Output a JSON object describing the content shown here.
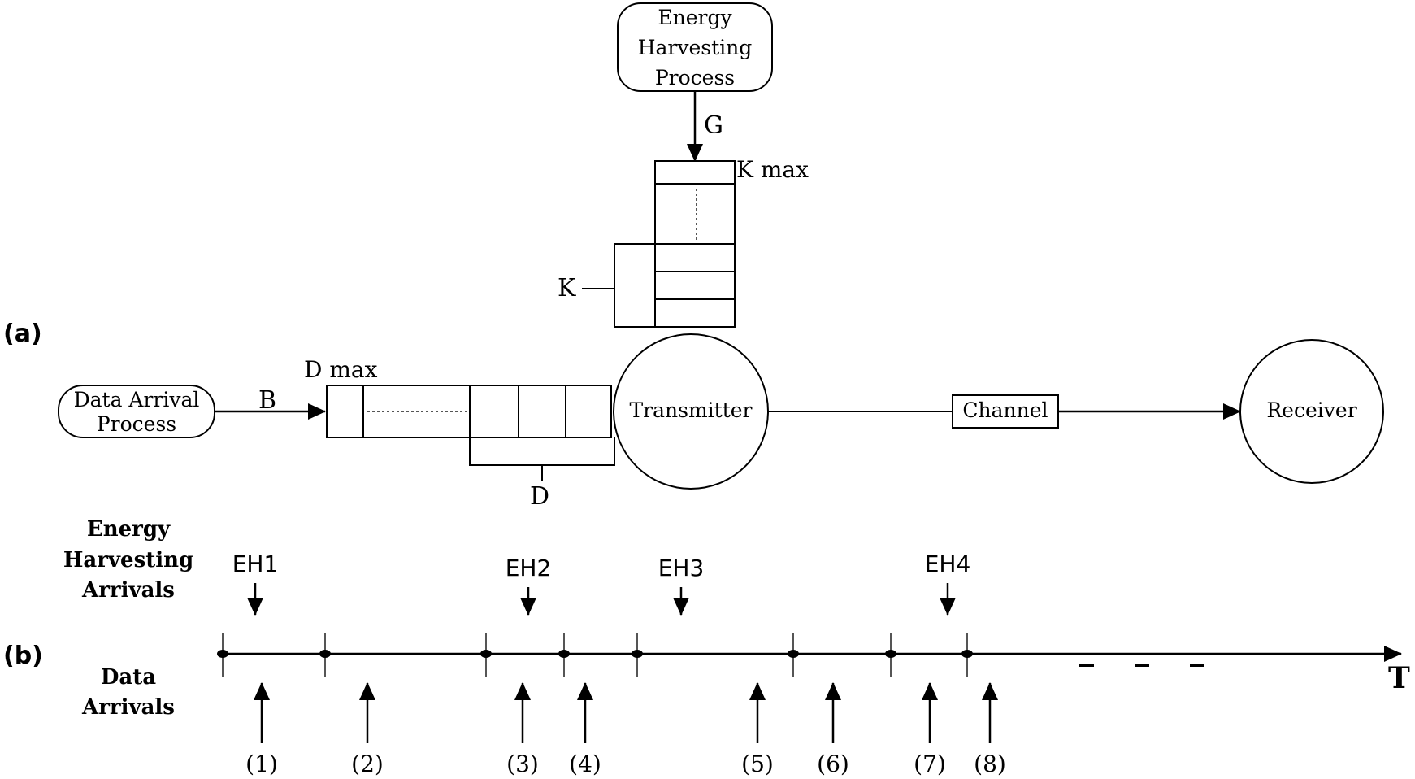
{
  "panel_labels": {
    "a": "(a)",
    "b": "(b)"
  },
  "energy_process": {
    "line1": "Energy",
    "line2": "Harvesting",
    "line3": "Process"
  },
  "energy_arrow_label": "G",
  "battery": {
    "max_label": "K max",
    "level_label": "K"
  },
  "data_process": {
    "line1": "Data Arrival",
    "line2": "Process"
  },
  "data_arrow_label": "B",
  "buffer": {
    "max_label": "D max",
    "level_label": "D"
  },
  "transmitter": "Transmitter",
  "channel": "Channel",
  "receiver": "Receiver",
  "timeline": {
    "eh_heading": {
      "line1": "Energy",
      "line2": "Harvesting",
      "line3": "Arrivals"
    },
    "data_heading": {
      "line1": "Data",
      "line2": "Arrivals"
    },
    "axis_label": "T",
    "eh_arrivals": [
      "EH1",
      "EH2",
      "EH3",
      "EH4"
    ],
    "data_arrivals": [
      "(1)",
      "(2)",
      "(3)",
      "(4)",
      "(5)",
      "(6)",
      "(7)",
      "(8)"
    ]
  }
}
